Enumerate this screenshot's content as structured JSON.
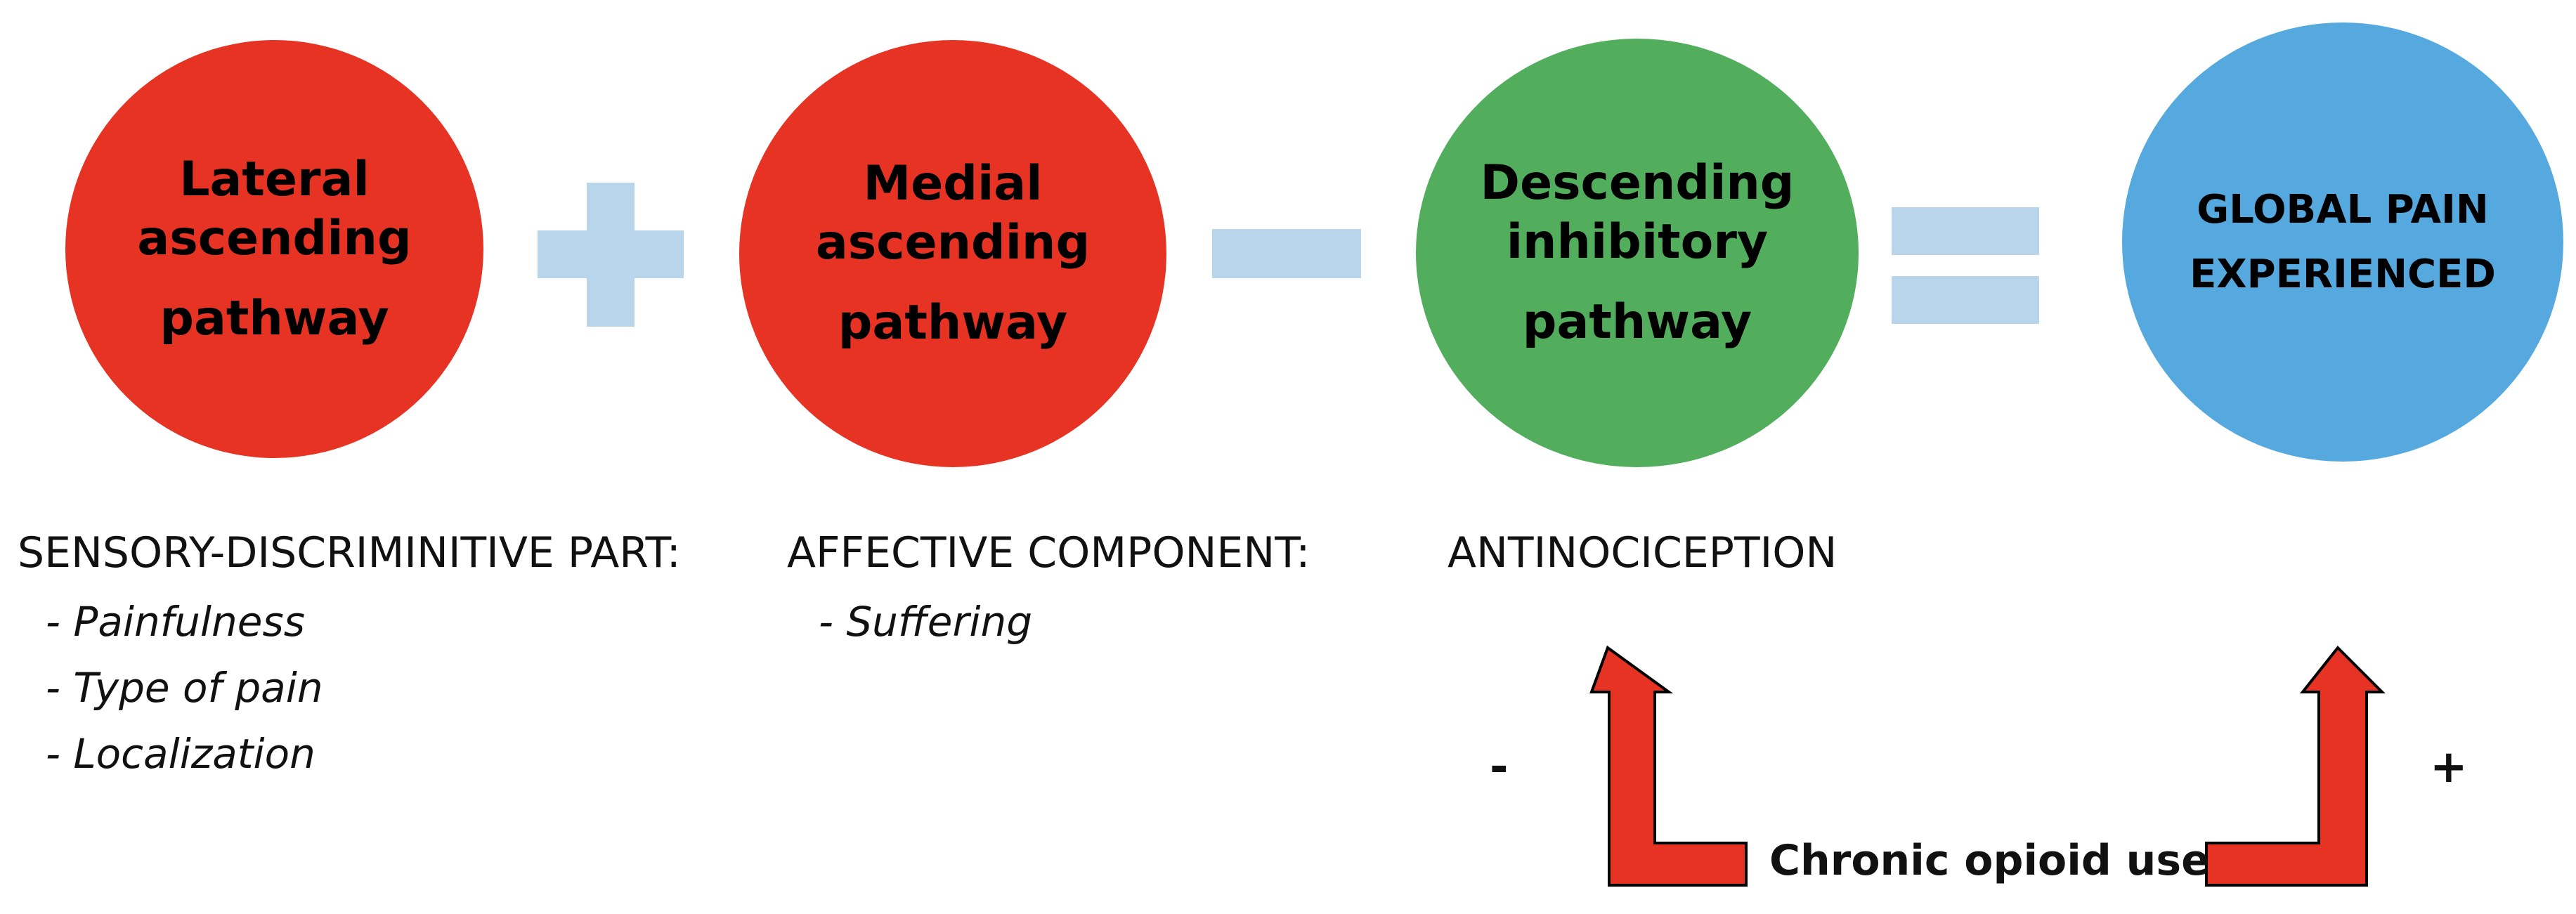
{
  "circles": {
    "lateral": {
      "line1": "Lateral",
      "line2": "ascending",
      "line3": "pathway",
      "color": "#e63323"
    },
    "medial": {
      "line1": "Medial",
      "line2": "ascending",
      "line3": "pathway",
      "color": "#e63323"
    },
    "descending": {
      "line1": "Descending",
      "line2": "inhibitory",
      "line3": "pathway",
      "color": "#52ad5d"
    },
    "global": {
      "line1": "GLOBAL PAIN",
      "line2": "EXPERIENCED",
      "color": "#55a9df"
    }
  },
  "operators": {
    "plus": "+",
    "minus": "−",
    "equals": "=",
    "color": "#b8d5ec"
  },
  "labels": {
    "sensory": {
      "heading": "SENSORY-DISCRIMINITIVE PART:",
      "items": [
        "- Painfulness",
        "- Type of  pain",
        "- Localization"
      ]
    },
    "affective": {
      "heading": "AFFECTIVE COMPONENT:",
      "items": [
        "- Suffering"
      ]
    },
    "antinociception": {
      "heading": "ANTINOCICEPTION"
    }
  },
  "opioid": {
    "label": "Chronic opioid use",
    "minus_sign": "-",
    "plus_sign": "+",
    "arrow_color": "#e63323"
  }
}
